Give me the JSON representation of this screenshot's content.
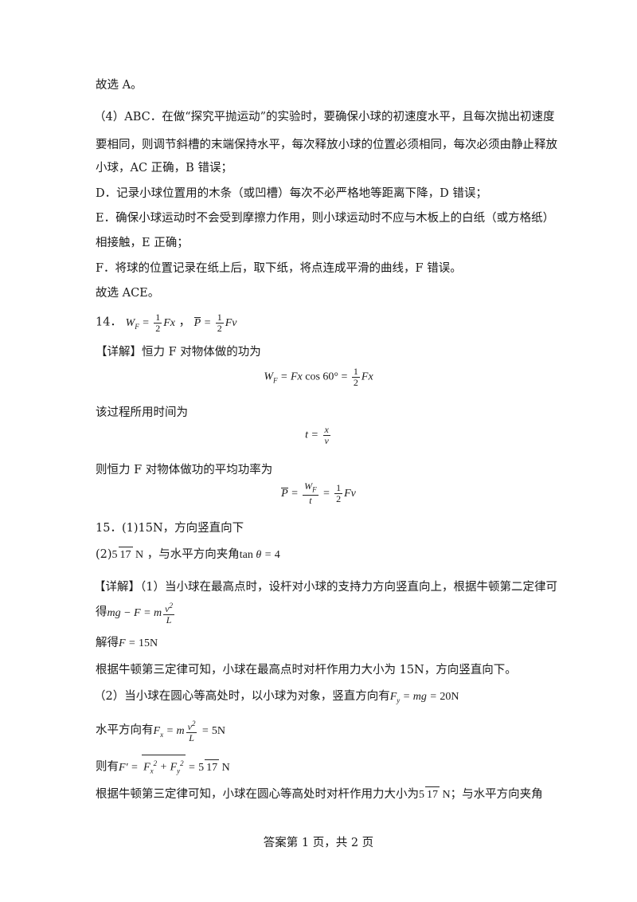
{
  "lines": {
    "l1": "故选 A。",
    "l2": "（4）ABC．在做“探究平抛运动”的实验时，要确保小球的初速度水平，且每次抛出初速度",
    "l3": "要相同，则调节斜槽的末端保持水平，每次释放小球的位置必须相同，每次必须由静止释放",
    "l4": "小球，AC 正确，B 错误；",
    "l5": "D．记录小球位置用的木条（或凹槽）每次不必严格地等距离下降，D 错误；",
    "l6": "E．确保小球运动时不会受到摩擦力作用，则小球运动时不应与木板上的白纸（或方格纸）",
    "l7": "相接触，E 正确；",
    "l8": "F．将球的位置记录在纸上后，取下纸，将点连成平滑的曲线，F 错误。",
    "l9": "故选 ACE。",
    "q14_num": "14．",
    "q14_sep": "，",
    "l10": "【详解】恒力 F 对物体做的功为",
    "l11": "该过程所用时间为",
    "l12": "则恒力 F 对物体做功的平均功率为",
    "q15_a1": "15．(1)15N，方向竖直向下",
    "q15_a2_pre": "(2)",
    "q15_a2_mid": "，与水平方向夹角",
    "l13": "【详解】（1）当小球在最高点时，设杆对小球的支持力方向竖直向上，根据牛顿第二定律可",
    "l14_pre": "得",
    "l15_pre": "解得",
    "l16": "根据牛顿第三定律可知，小球在最高点时对杆作用力大小为 15N，方向竖直向下。",
    "l17_pre": "（2）当小球在圆心等高处时，以小球为对象，竖直方向有",
    "l18_pre": "水平方向有",
    "l19_pre": "则有",
    "l20_pre": "根据牛顿第三定律可知，小球在圆心等高处时对杆作用力大小为",
    "l20_post": "；与水平方向夹角"
  },
  "footer": "答案第 1 页，共 2 页"
}
